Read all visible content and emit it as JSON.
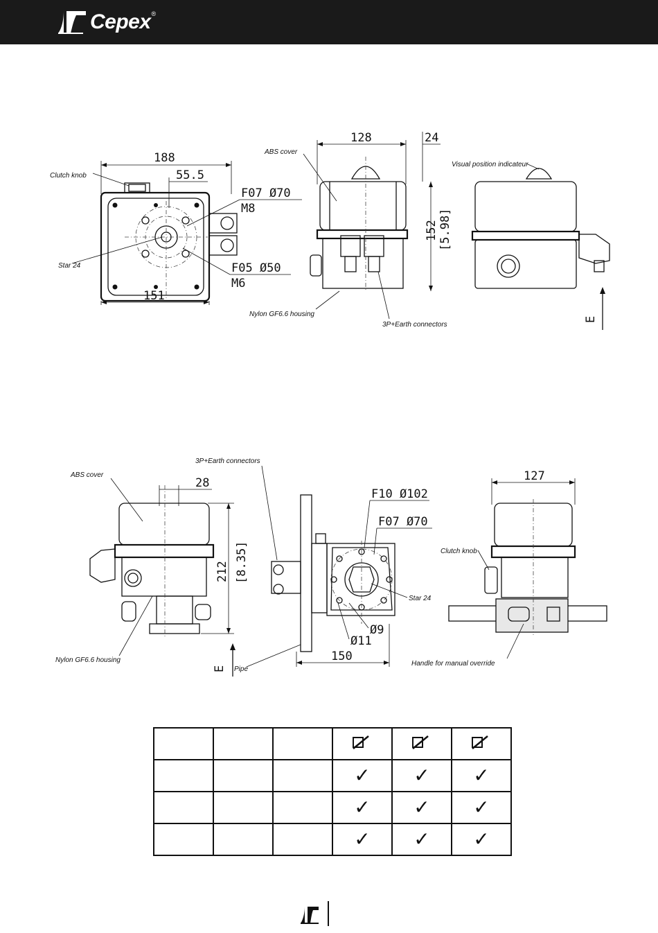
{
  "brand": {
    "name": "Cepex",
    "registered": "®"
  },
  "top_views": {
    "front": {
      "width_dim": "188",
      "offset_dim": "55.5",
      "flange_f07": "F07  Ø70",
      "thread_m8": "M8",
      "flange_f05": "F05  Ø50",
      "thread_m6": "M6",
      "base_dim": "151",
      "clutch_label": "Clutch knob",
      "star_label": "Star 24"
    },
    "side": {
      "width_dim": "128",
      "top_dim": "24",
      "height_dim": "152",
      "height_inch": "[5.98]",
      "cover_label": "ABS cover",
      "housing_label": "Nylon GF6.6 housing",
      "connectors_label": "3P+Earth connectors"
    },
    "rear": {
      "indicator_label": "Visual position indicateur",
      "e_label": "E"
    }
  },
  "bottom_views": {
    "left": {
      "cover_label": "ABS cover",
      "offset_dim": "28",
      "height_dim": "212",
      "height_inch": "[8.35]",
      "housing_label": "Nylon GF6.6 housing",
      "e_label": "E",
      "pipe_label": "Pipe"
    },
    "center": {
      "connectors_label": "3P+Earth connectors",
      "flange_f10": "F10  Ø102",
      "flange_f07": "F07  Ø70",
      "star_label": "Star 24",
      "hole_9": "Ø9",
      "hole_11": "Ø11",
      "width_dim": "150"
    },
    "right": {
      "width_dim": "127",
      "clutch_label": "Clutch knob",
      "handle_label": "Handle for manual override"
    }
  },
  "table": {
    "check_mark": "✓",
    "rows": 4,
    "cols": 6
  }
}
